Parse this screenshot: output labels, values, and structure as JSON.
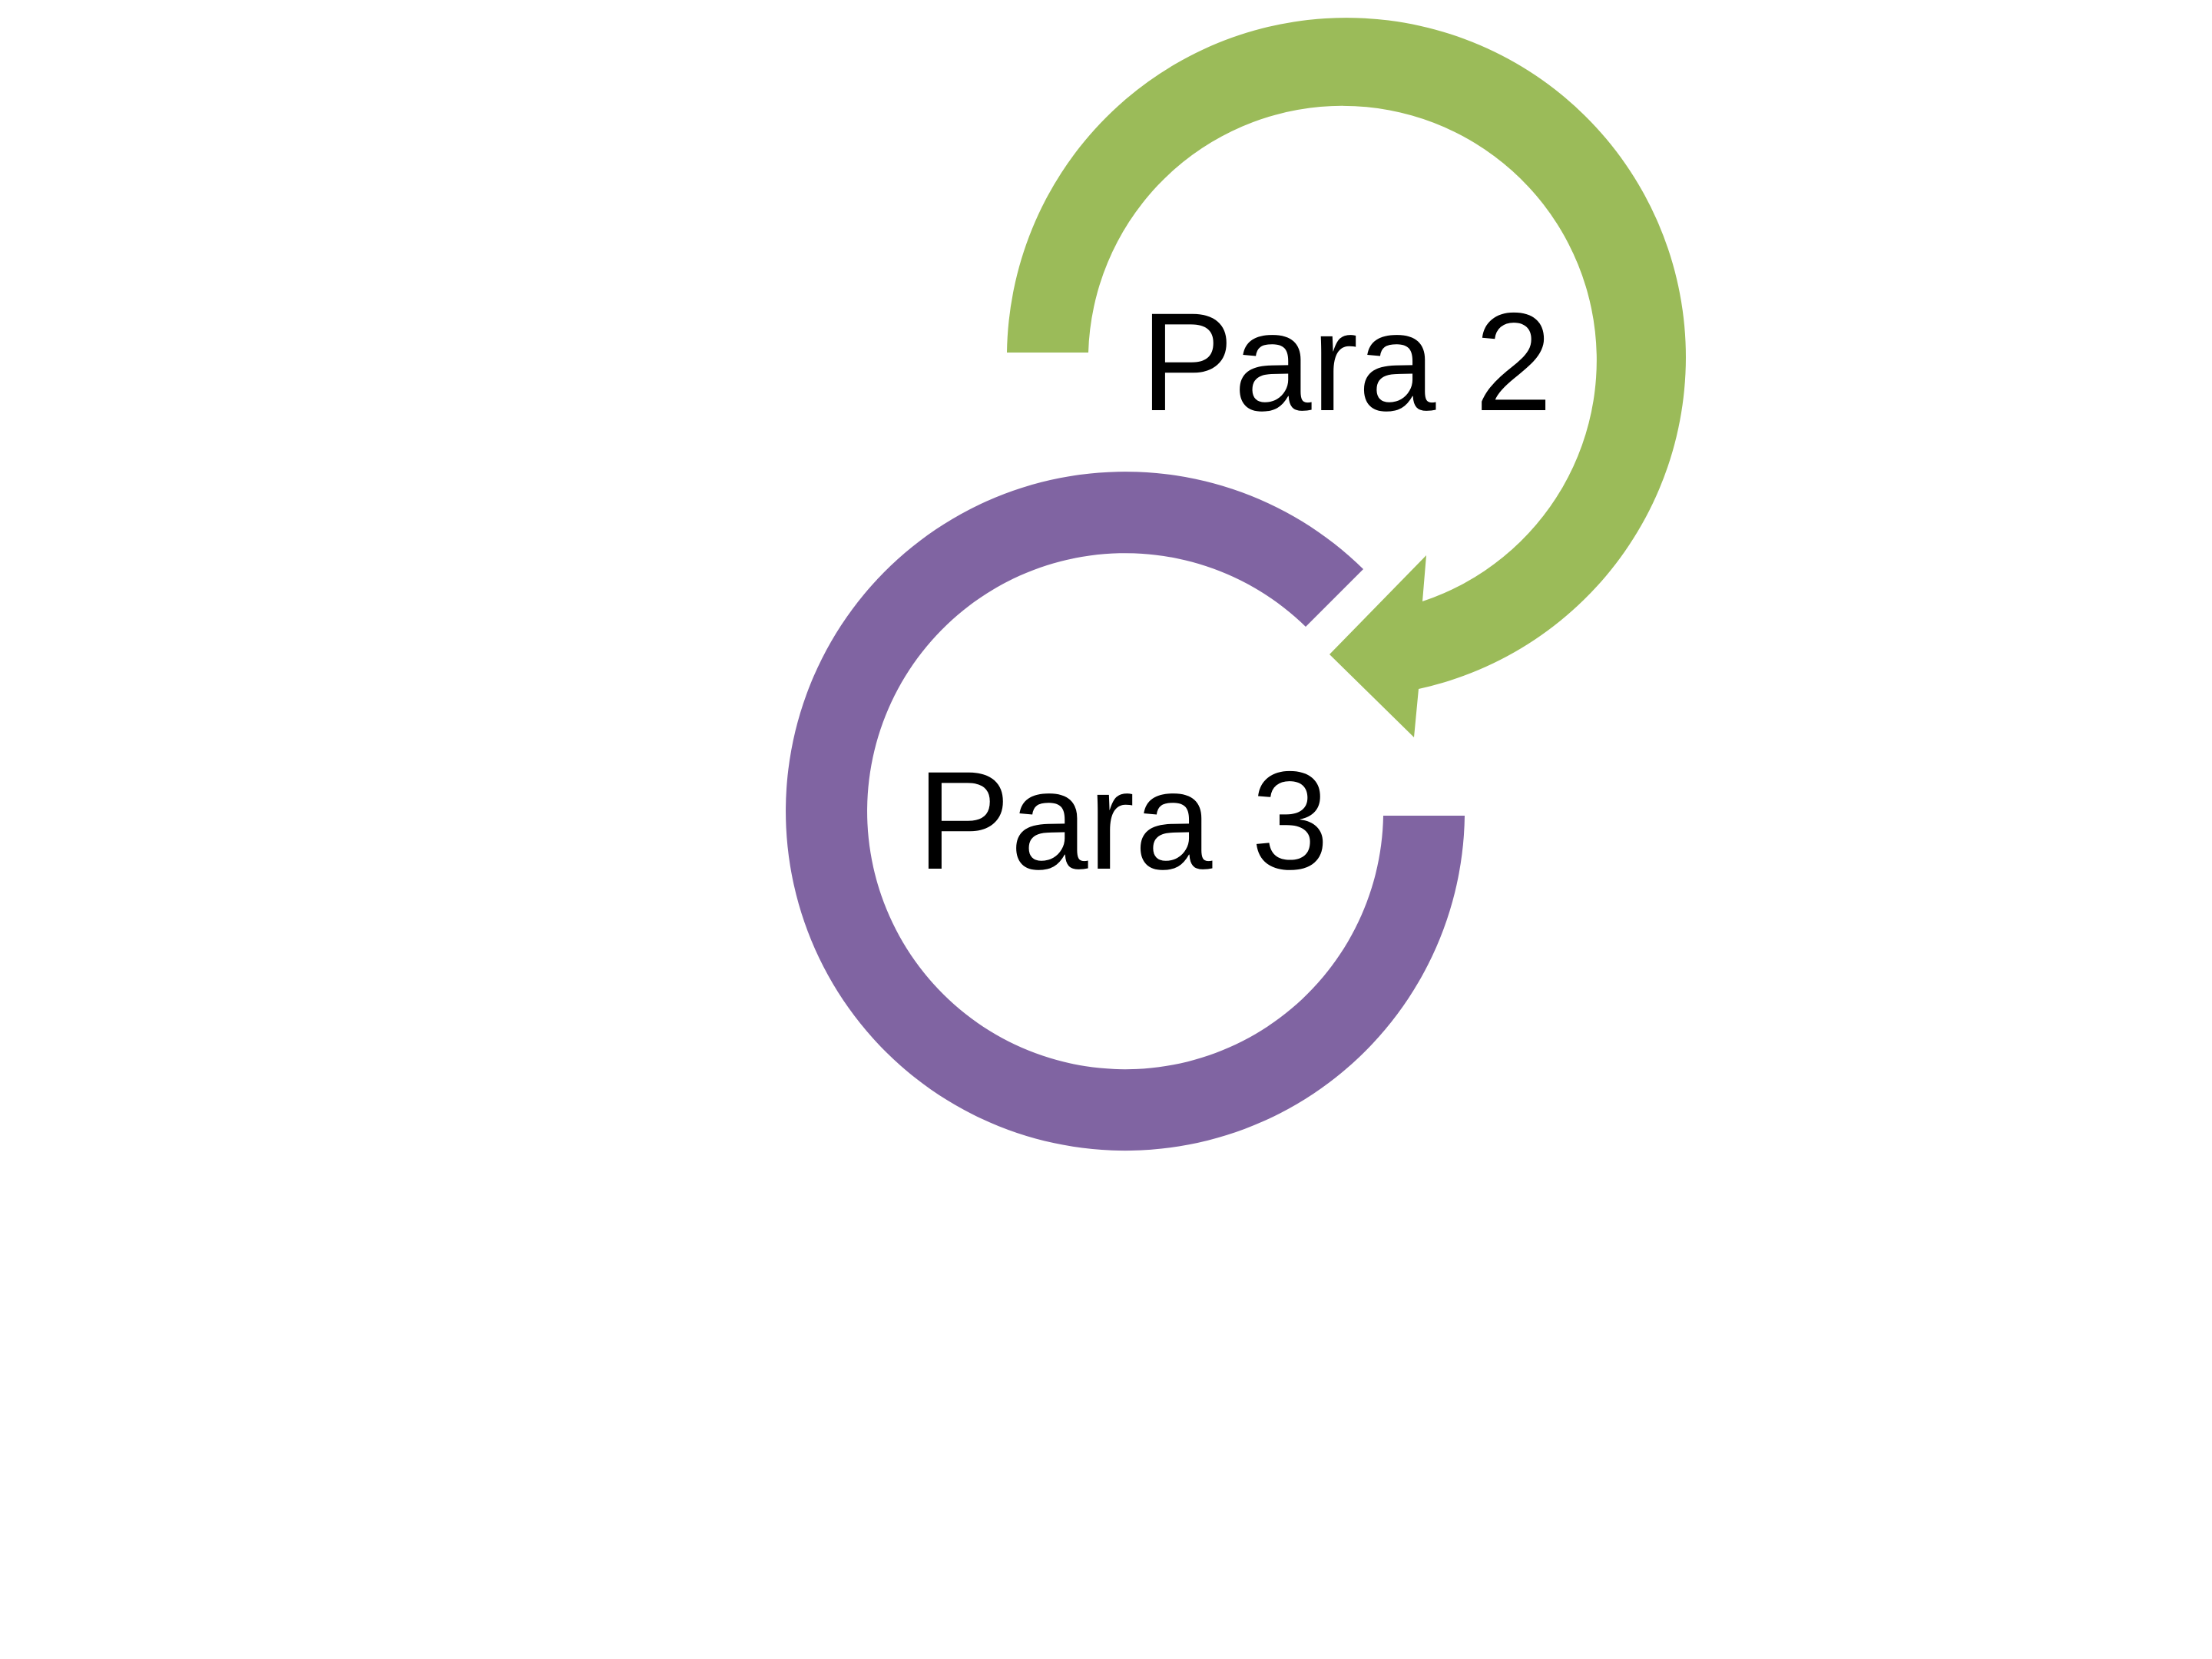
{
  "diagram": {
    "nodes": [
      {
        "label": "Para 2",
        "color": "#9BBB59",
        "shape": "clockwise-arrow-ring"
      },
      {
        "label": "Para 3",
        "color": "#8064A2",
        "shape": "open-ring"
      }
    ],
    "background": "#FFFFFF"
  }
}
